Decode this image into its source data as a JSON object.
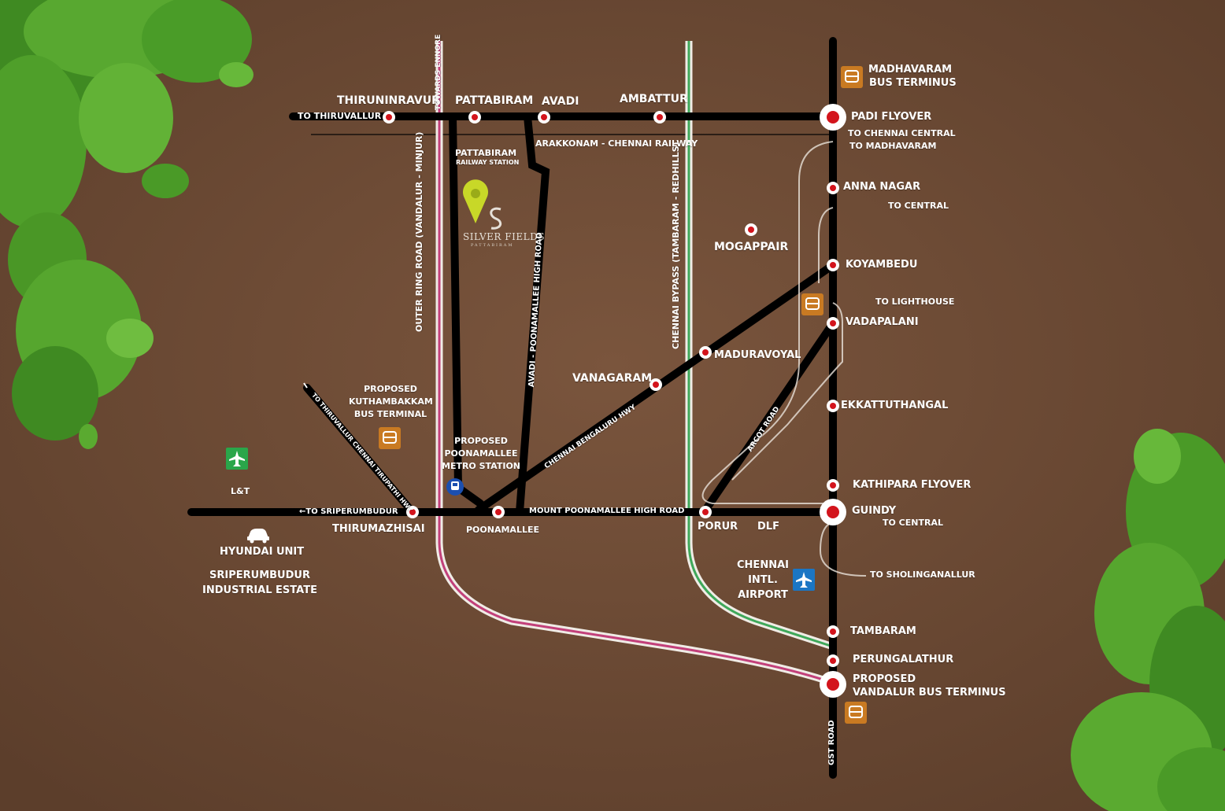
{
  "brand": {
    "name": "SILVER FIELDS",
    "subtitle": "PATTABIRAM"
  },
  "colors": {
    "background": "#6b4a34",
    "road": "#000000",
    "station_dot": "#d3141c",
    "orr_line": "#c2407a",
    "bypass_line": "#3fa85a",
    "bus_icon": "#c97a22",
    "airport_icon": "#1b76c4",
    "lt_icon": "#2aa64a",
    "pin": "#c8d828"
  },
  "roads": {
    "towards_ennore": "TOWARDS ENNORE",
    "outer_ring_road": "OUTER RING ROAD (VANDALUR - MINJUR)",
    "avadi_poonamallee": "AVADI - POONAMALLEE HIGH ROAD",
    "chennai_bypass": "CHENNAI BYPASS (TAMBARAM - REDHILLS)",
    "chennai_bengaluru": "CHENNAI BENGALURU HWY",
    "arcot_road": "ARCOT ROAD",
    "thiruvallur_hwy": "TO THIRUVALLUR CHENNAI TIRUPATHI HWY",
    "mount_poonamallee": "MOUNT POONAMALLEE HIGH ROAD",
    "gst_road": "GST ROAD",
    "arakkonam_railway": "ARAKKONAM - CHENNAI RAILWAY",
    "to_thiruvallur": "TO THIRUVALLUR",
    "to_sriperumbudur": "TO SRIPERUMBUDUR"
  },
  "places": {
    "thiruninravur": "THIRUNINRAVUR",
    "pattabiram": "PATTABIRAM",
    "avadi": "AVADI",
    "ambattur": "AMBATTUR",
    "padi_flyover": "PADI FLYOVER",
    "madhavaram_bus_1": "MADHAVARAM",
    "madhavaram_bus_2": "BUS TERMINUS",
    "to_chennai_central": "TO CHENNAI CENTRAL",
    "to_madhavaram": "TO MADHAVARAM",
    "pattabiram_station_1": "PATTABIRAM",
    "pattabiram_station_2": "RAILWAY STATION",
    "anna_nagar": "ANNA NAGAR",
    "to_central_1": "TO CENTRAL",
    "mogappair": "MOGAPPAIR",
    "koyambedu": "KOYAMBEDU",
    "to_lighthouse": "TO LIGHTHOUSE",
    "vadapalani": "VADAPALANI",
    "maduravoyal": "MADURAVOYAL",
    "vanagaram": "VANAGARAM",
    "ekkattuthangal": "EKKATTUTHANGAL",
    "kuthambakkam_1": "PROPOSED",
    "kuthambakkam_2": "KUTHAMBAKKAM",
    "kuthambakkam_3": "BUS TERMINAL",
    "metro_1": "PROPOSED",
    "metro_2": "POONAMALLEE",
    "metro_3": "METRO STATION",
    "kathipara": "KATHIPARA FLYOVER",
    "lt": "L&T",
    "thirumazhisai": "THIRUMAZHISAI",
    "poonamallee": "POONAMALLEE",
    "porur": "PORUR",
    "dlf": "DLF",
    "guindy": "GUINDY",
    "to_central_2": "TO CENTRAL",
    "hyundai": "HYUNDAI UNIT",
    "sriperumbudur_1": "SRIPERUMBUDUR",
    "sriperumbudur_2": "INDUSTRIAL ESTATE",
    "airport_1": "CHENNAI",
    "airport_2": "INTL.",
    "airport_3": "AIRPORT",
    "to_sholinganallur": "TO SHOLINGANALLUR",
    "tambaram": "TAMBARAM",
    "perungalathur": "PERUNGALATHUR",
    "vandalur_1": "PROPOSED",
    "vandalur_2": "VANDALUR BUS TERMINUS"
  }
}
